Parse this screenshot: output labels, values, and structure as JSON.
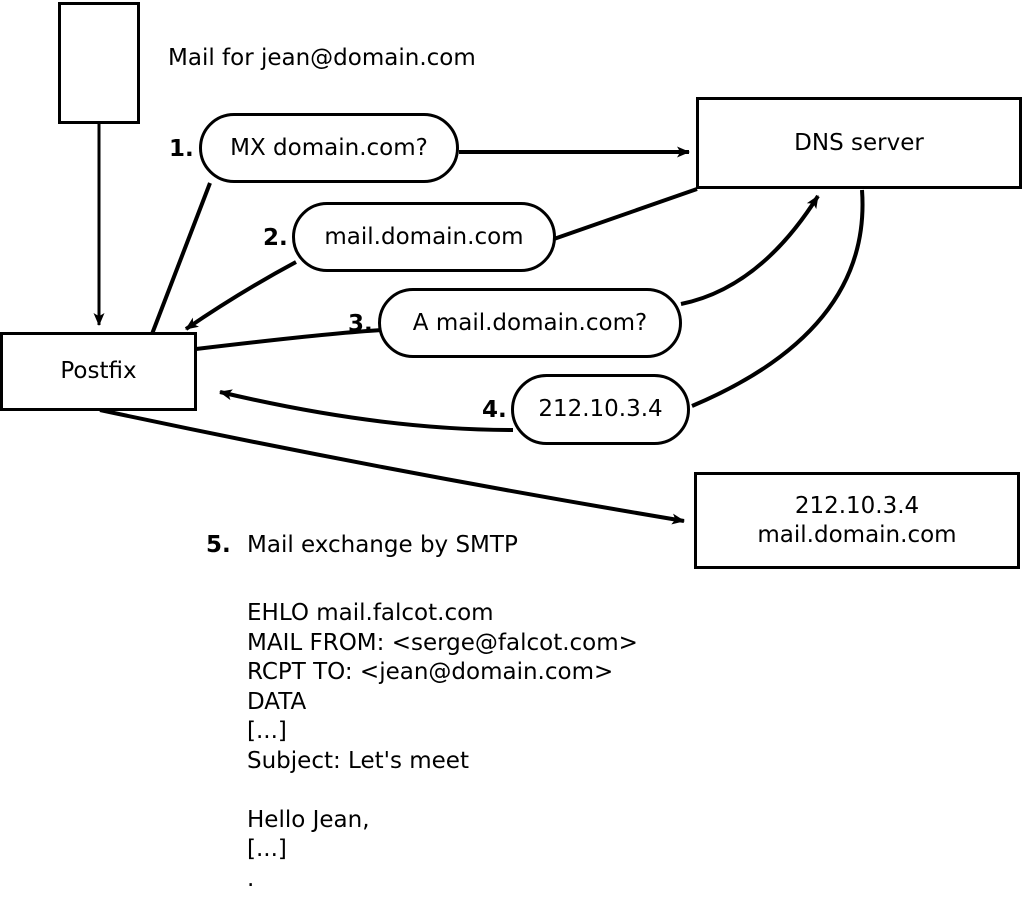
{
  "diagram": {
    "title_note": "Mail for jean@domain.com",
    "nodes": {
      "sender_box": {
        "label": ""
      },
      "postfix": {
        "label": "Postfix"
      },
      "dns_server": {
        "label": "DNS server"
      },
      "remote_mx": {
        "line1": "212.10.3.4",
        "line2": "mail.domain.com"
      }
    },
    "steps": [
      {
        "num": "1.",
        "label": "MX domain.com?"
      },
      {
        "num": "2.",
        "label": "mail.domain.com"
      },
      {
        "num": "3.",
        "label": "A mail.domain.com?"
      },
      {
        "num": "4.",
        "label": "212.10.3.4"
      },
      {
        "num": "5.",
        "label": "Mail exchange by SMTP"
      }
    ],
    "smtp_transcript": [
      "EHLO mail.falcot.com",
      "MAIL FROM: <serge@falcot.com>",
      "RCPT TO: <jean@domain.com>",
      "DATA",
      "[...]",
      "Subject: Let's meet",
      "",
      "Hello Jean,",
      "[...]",
      "."
    ],
    "colors": {
      "stroke": "#000000",
      "fill": "#ffffff",
      "text": "#000000"
    }
  }
}
